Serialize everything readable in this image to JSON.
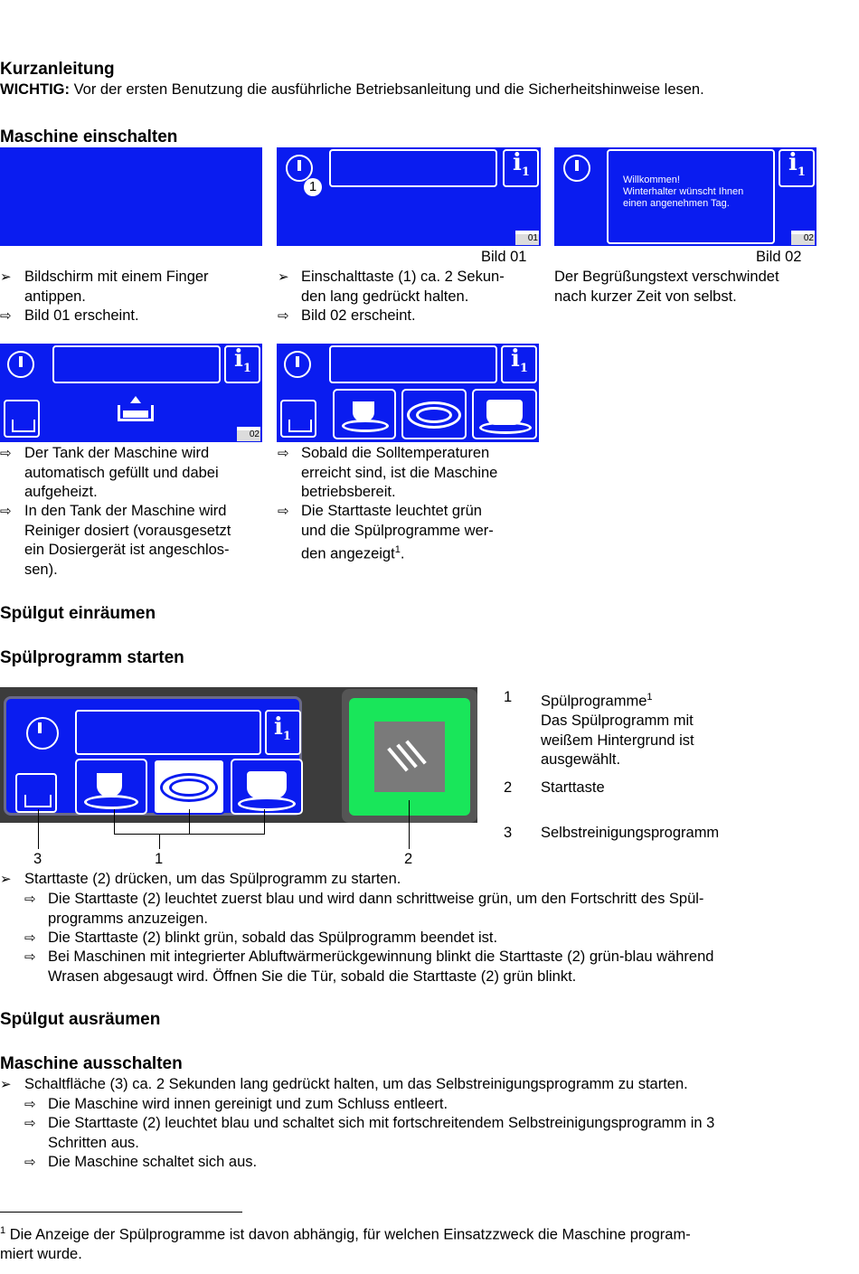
{
  "title": "Kurzanleitung",
  "warning": {
    "label": "WICHTIG:",
    "text": " Vor der ersten Benutzung die ausführliche Betriebsanleitung und die Sicherheitshinweise lesen."
  },
  "s1": {
    "heading": "Maschine einschalten",
    "col1": {
      "l1": "Bildschirm mit einem Finger",
      "l2": "antippen.",
      "l3": "Bild 01 erscheint."
    },
    "col2": {
      "caption": "Bild 01",
      "l1": "Einschalttaste (1) ca. 2 Sekun-",
      "l2": "den lang gedrückt halten.",
      "l3": "Bild 02 erscheint."
    },
    "col3": {
      "caption": "Bild 02",
      "l1": "Der Begrüßungstext verschwindet",
      "l2": "nach kurzer Zeit von selbst."
    },
    "screen_label": "1",
    "tag01": "01",
    "tag02": "02",
    "welcome": {
      "l1": "Willkommen!",
      "l2": "Winterhalter wünscht Ihnen",
      "l3": "einen angenehmen Tag."
    },
    "info": "i",
    "info_sub": "1"
  },
  "s2": {
    "col1": {
      "l1": "Der Tank der Maschine wird",
      "l2": "automatisch gefüllt und dabei",
      "l3": "aufgeheizt.",
      "l4": "In den Tank der Maschine wird",
      "l5": "Reiniger dosiert (vorausgesetzt",
      "l6": "ein Dosiergerät ist angeschlos-",
      "l7": "sen)."
    },
    "col2": {
      "l1": "Sobald die Solltemperaturen",
      "l2": "erreicht sind, ist die Maschine",
      "l3": "betriebsbereit.",
      "l4": "Die Starttaste leuchtet grün",
      "l5": "und die Spülprogramme wer-",
      "l6": "den angezeigt",
      "l6sup": "1",
      "l6end": "."
    }
  },
  "s3": {
    "heading": "Spülgut einräumen"
  },
  "s4": {
    "heading": "Spülprogramm starten",
    "legend": [
      {
        "num": "1",
        "l1": "Spülprogramme",
        "sup": "1",
        "l2": "Das Spülprogramm mit",
        "l3": "weißem Hintergrund ist",
        "l4": "ausgewählt."
      },
      {
        "num": "2",
        "l1": "Starttaste"
      },
      {
        "num": "3",
        "l1": "Selbstreinigungsprogramm"
      }
    ],
    "callouts": {
      "c3": "3",
      "c1": "1",
      "c2": "2"
    },
    "main": "Starttaste (2) drücken, um das Spülprogramm zu starten.",
    "r1a": "Die Starttaste (2) leuchtet zuerst blau und wird dann schrittweise grün, um den Fortschritt des Spül-",
    "r1b": "programms anzuzeigen.",
    "r2": "Die Starttaste (2) blinkt grün, sobald das Spülprogramm beendet ist.",
    "r3a": "Bei Maschinen mit integrierter Abluftwärmerückgewinnung blinkt die Starttaste (2) grün-blau während",
    "r3b": "Wrasen abgesaugt wird. Öffnen Sie die Tür, sobald die Starttaste (2) grün blinkt."
  },
  "s5": {
    "heading": "Spülgut ausräumen"
  },
  "s6": {
    "heading": "Maschine ausschalten",
    "main": "Schaltfläche (3) ca. 2 Sekunden lang gedrückt halten, um das Selbstreinigungsprogramm zu starten.",
    "r1": "Die Maschine wird innen gereinigt und zum Schluss entleert.",
    "r2a": "Die Starttaste (2) leuchtet blau und schaltet sich mit fortschreitendem Selbstreinigungsprogramm in 3",
    "r2b": "Schritten aus.",
    "r3": "Die Maschine schaltet sich aus."
  },
  "footnote": {
    "sup": "1",
    "l1": " Die Anzeige der Spülprogramme ist davon abhängig, für welchen Einsatzzweck die Maschine program-",
    "l2": "miert wurde."
  },
  "glyphs": {
    "bullet": "➢",
    "arrow": "⇨"
  },
  "colors": {
    "screen": "#0a1cf0",
    "start_green": "#19e65a",
    "panel": "#3a3a3a"
  }
}
